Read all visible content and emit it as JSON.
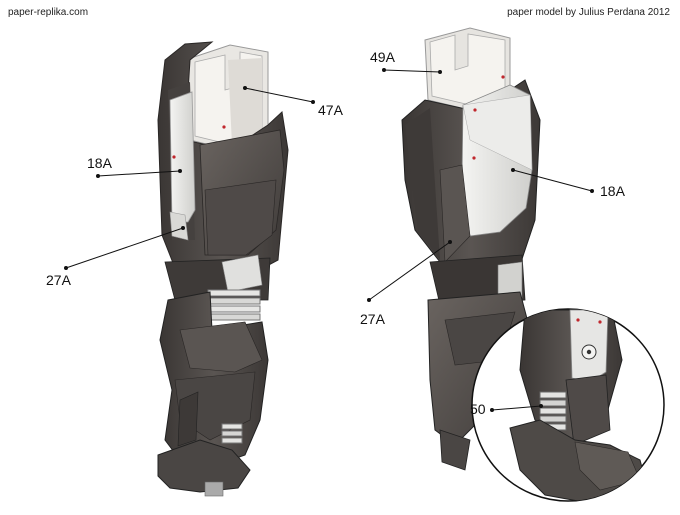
{
  "header": {
    "site": "paper-replika.com",
    "credit": "paper model by Julius Perdana 2012"
  },
  "labels": {
    "left_47A": "47A",
    "left_18A": "18A",
    "left_27A": "27A",
    "right_49A": "49A",
    "right_18A": "18A",
    "right_27A": "27A",
    "inset_50": "50"
  },
  "colors": {
    "armor_dark": "#4a4644",
    "armor_mid": "#5e5956",
    "armor_light": "#77716d",
    "panel_white": "#e8e8e6",
    "foam": "#f0eeea",
    "accent_red": "#c0272d"
  }
}
